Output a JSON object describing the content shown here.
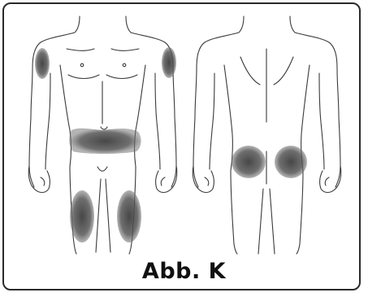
{
  "figure": {
    "caption": "Abb. K",
    "injection_sites": [
      "upper-arm-left",
      "upper-arm-right",
      "abdomen",
      "thigh-left",
      "thigh-right",
      "buttock-left",
      "buttock-right"
    ],
    "site_color": "#4a4a4a",
    "outline_color": "#3a3a3a"
  }
}
